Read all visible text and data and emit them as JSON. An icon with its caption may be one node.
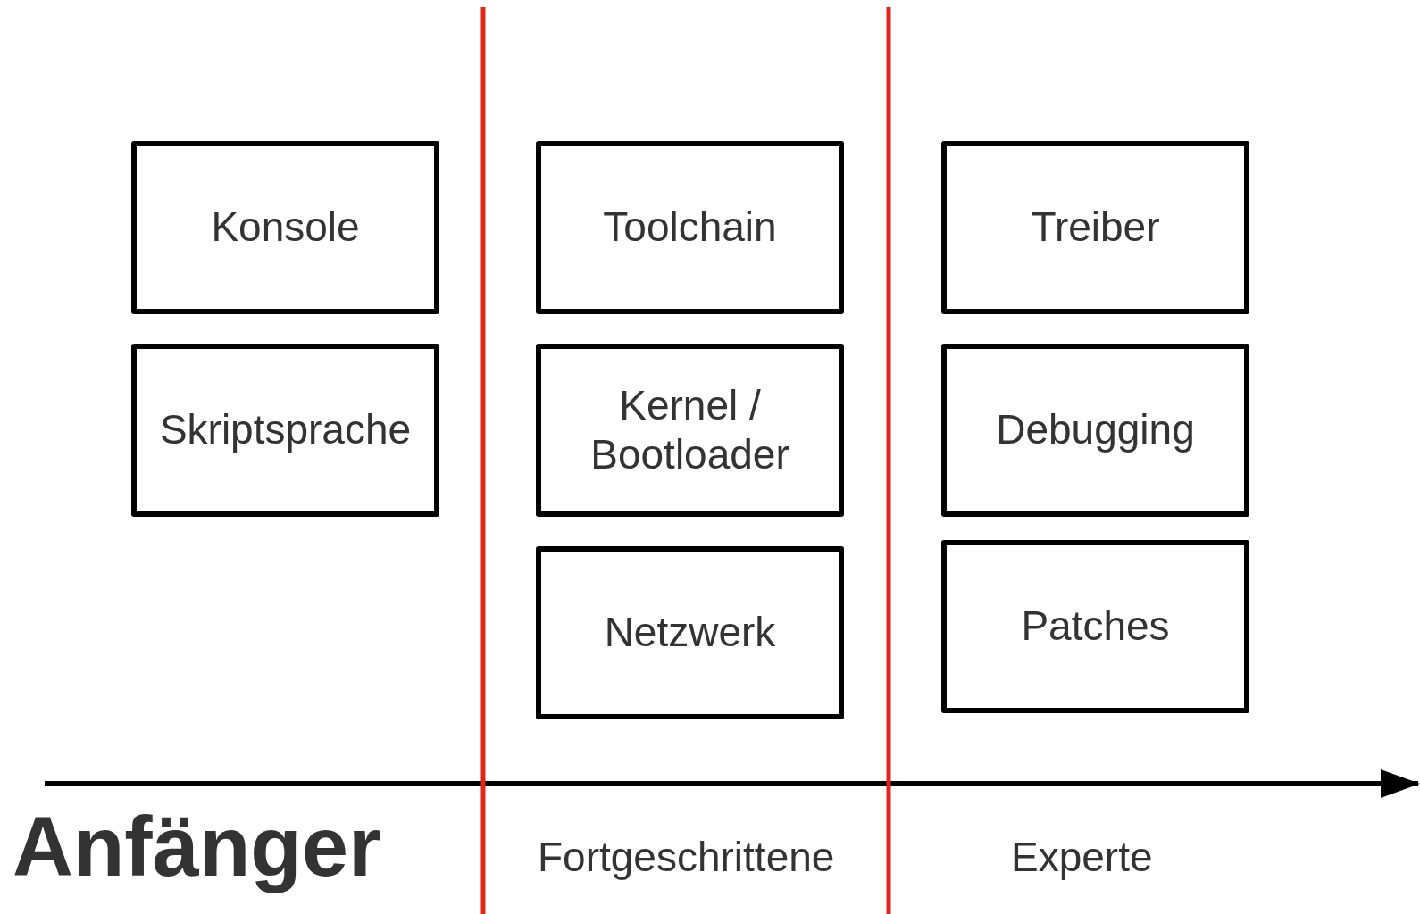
{
  "diagram": {
    "nodes": [
      {
        "text": [
          "Konsole"
        ]
      },
      {
        "text": [
          "Skriptsprache"
        ]
      },
      {
        "text": [
          "Toolchain"
        ]
      },
      {
        "text": [
          "Kernel / Bootloader"
        ]
      },
      {
        "text": [
          "Netzwerk"
        ]
      },
      {
        "text": [
          "Treiber"
        ]
      },
      {
        "text": [
          "Debugging"
        ]
      },
      {
        "text": [
          "Patches"
        ]
      }
    ],
    "edges": [],
    "labels": [
      "Anfänger",
      "Fortgeschrittene",
      "Experte"
    ]
  }
}
